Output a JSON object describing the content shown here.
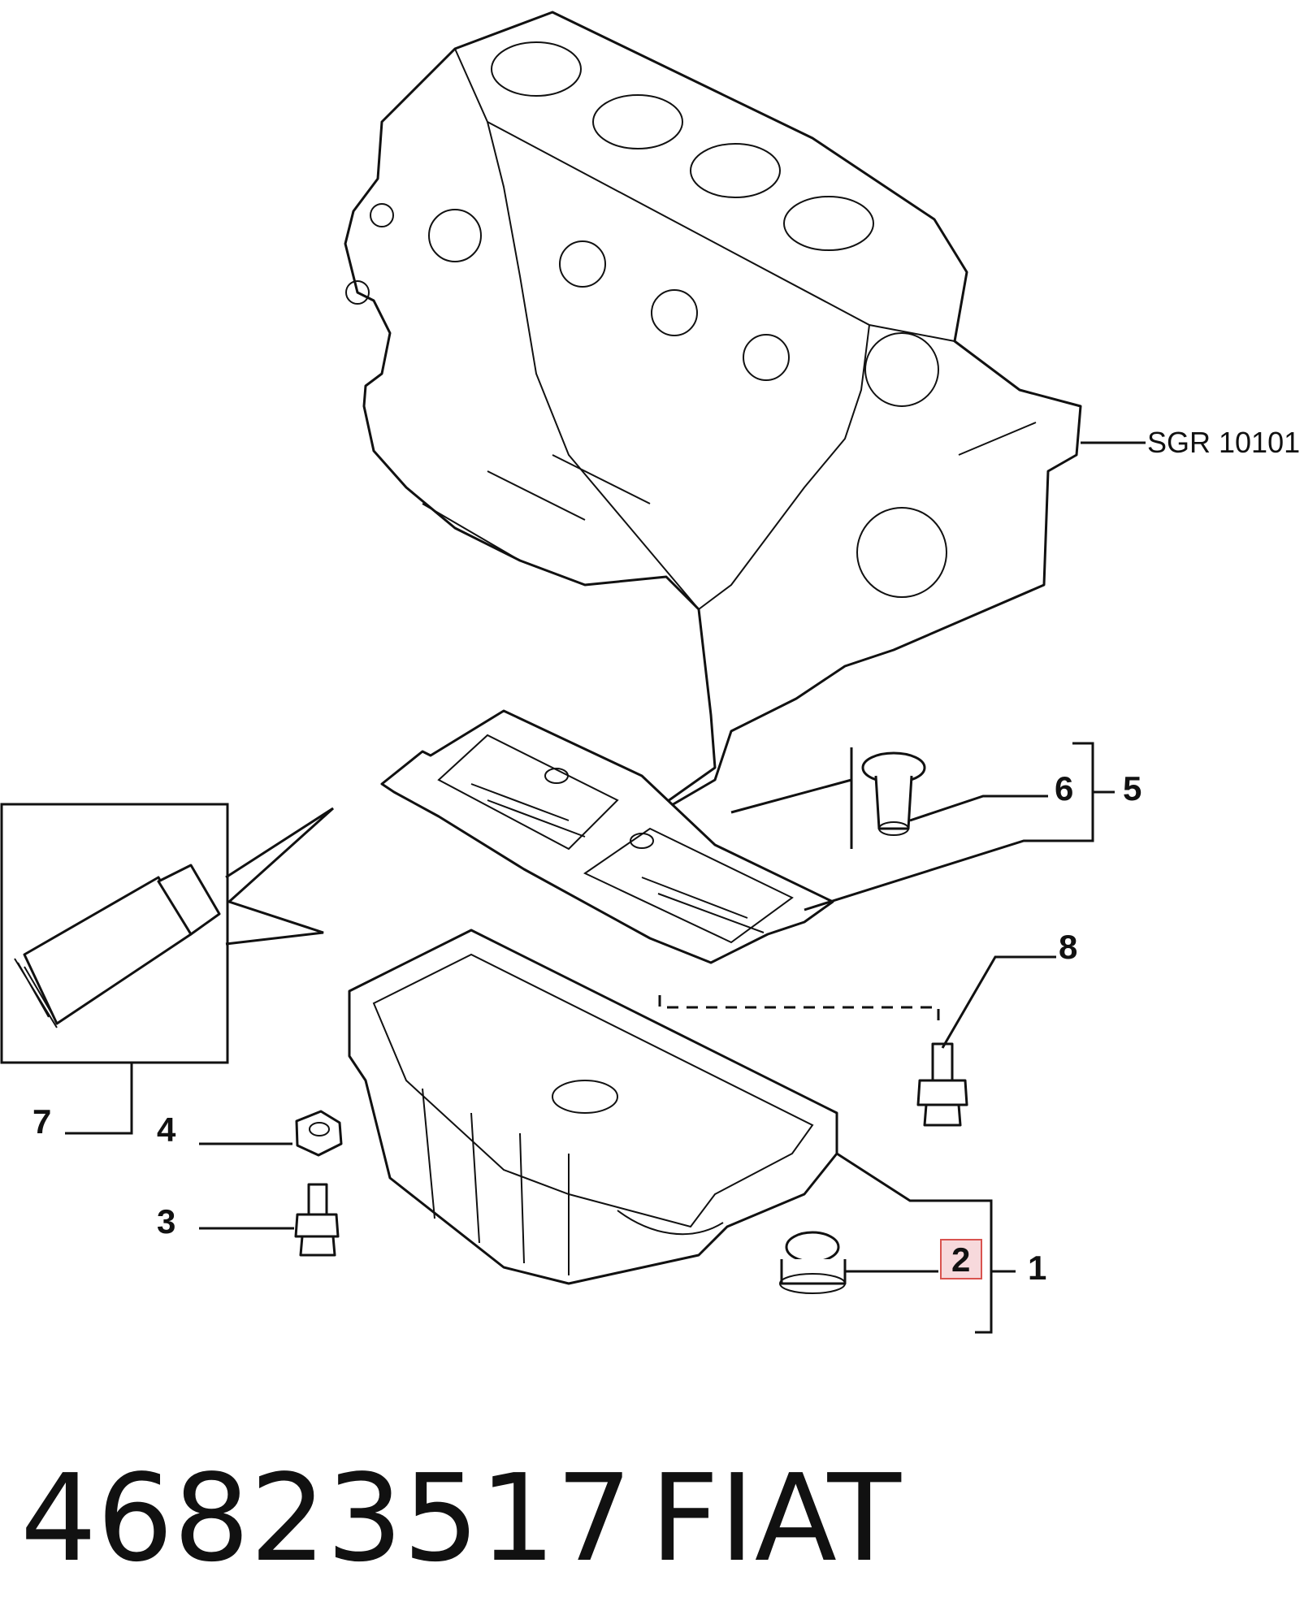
{
  "callouts": {
    "assembly_ref": "SGR 10101",
    "n1": "1",
    "n2": "2",
    "n3": "3",
    "n4": "4",
    "n5": "5",
    "n6": "6",
    "n7": "7",
    "n8": "8"
  },
  "footer": {
    "part_number": "46823517",
    "brand": "FIAT"
  },
  "colors": {
    "line": "#111111",
    "highlight_border": "#d9534f",
    "highlight_fill": "#f7d9dc"
  }
}
